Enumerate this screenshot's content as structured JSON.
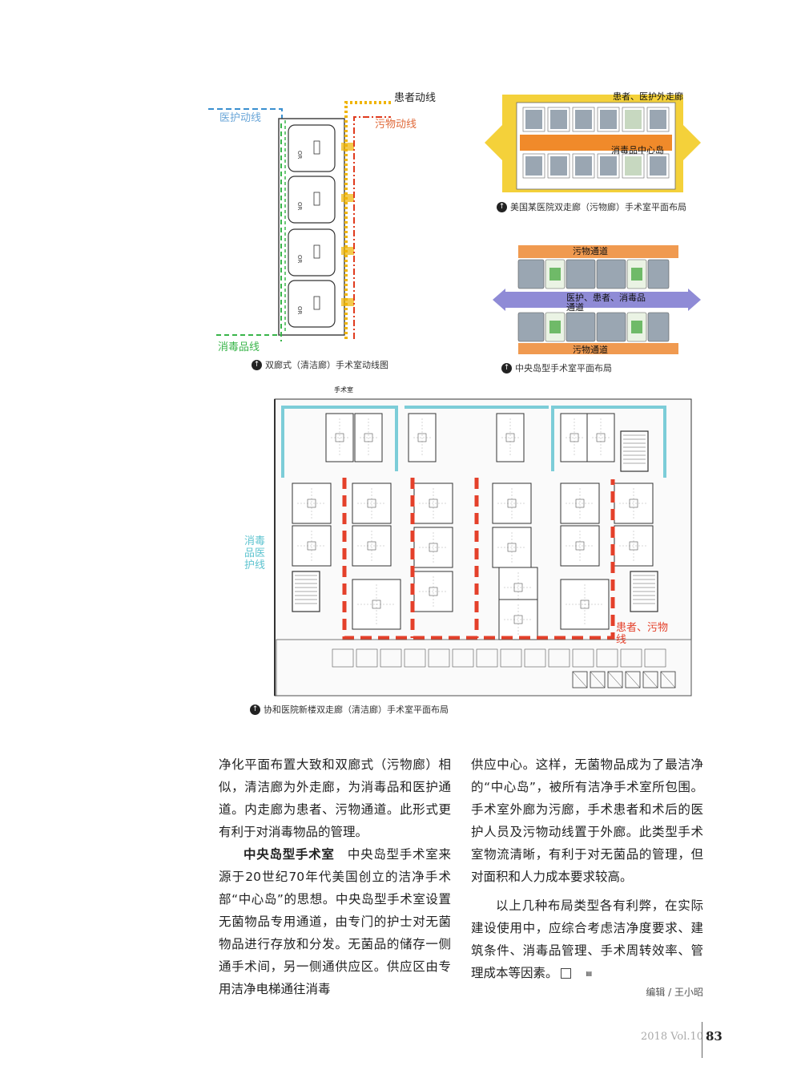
{
  "figures": {
    "fig1": {
      "caption": "双廊式（清洁廊）手术室动线图",
      "labels": {
        "medical": "医护动线",
        "patient": "患者动线",
        "dirty": "污物动线",
        "sterile": "消毒品线"
      },
      "room_label": "OR",
      "colors": {
        "medical": "#3a8fd0",
        "patient": "#f0b400",
        "dirty": "#e03b1e",
        "sterile": "#39b54a"
      }
    },
    "fig2": {
      "caption": "美国某医院双走廊（污物廊）手术室平面布局",
      "labels": {
        "outer": "患者、医护外走廊",
        "island": "消毒品中心岛"
      },
      "colors": {
        "corridor": "#f4d13a",
        "island": "#f08a2a",
        "or": "#9aa6b2"
      }
    },
    "fig3": {
      "caption": "中央岛型手术室平面布局",
      "labels": {
        "top": "污物通道",
        "middle": "医护、患者、消毒品通道",
        "bottom": "污物通道"
      },
      "colors": {
        "dirty": "#f09a50",
        "middle": "#8f8bd6",
        "or": "#9aa6b2"
      }
    },
    "fig4": {
      "caption": "协和医院新楼双走廊（清洁廊）手术室平面布局",
      "labels": {
        "title": "手术室",
        "blue": "消毒品医护线",
        "red": "患者、污物线"
      },
      "colors": {
        "blue": "#7ccdd8",
        "red": "#e4402a"
      }
    }
  },
  "article": {
    "left_col": {
      "p1": "净化平面布置大致和双廊式（污物廊）相似，清洁廊为外走廊，为消毒品和医护通道。内走廊为患者、污物通道。此形式更有利于对消毒物品的管理。",
      "p2_head": "中央岛型手术室",
      "p2_body": "中央岛型手术室来源于20世纪70年代美国创立的洁净手术部“中心岛”的思想。中央岛型手术室设置无菌物品专用通道，由专门的护士对无菌物品进行存放和分发。无菌品的储存一侧通手术间，另一侧通供应区。供应区由专用洁净电梯通往消毒"
    },
    "right_col": {
      "p1": "供应中心。这样，无菌物品成为了最洁净的“中心岛”，被所有洁净手术室所包围。手术室外廊为污廊，手术患者和术后的医护人员及污物动线置于外廊。此类型手术室物流清晰，有利于对无菌品的管理，但对面积和人力成本要求较高。",
      "p2": "以上几种布局类型各有利弊，在实际建设使用中，应综合考虑洁净度要求、建筑条件、消毒品管理、手术周转效率、管理成本等因素。",
      "editor": "编辑 / 王小昭"
    }
  },
  "footer": {
    "issue": "2018 Vol.10",
    "page": "83"
  }
}
